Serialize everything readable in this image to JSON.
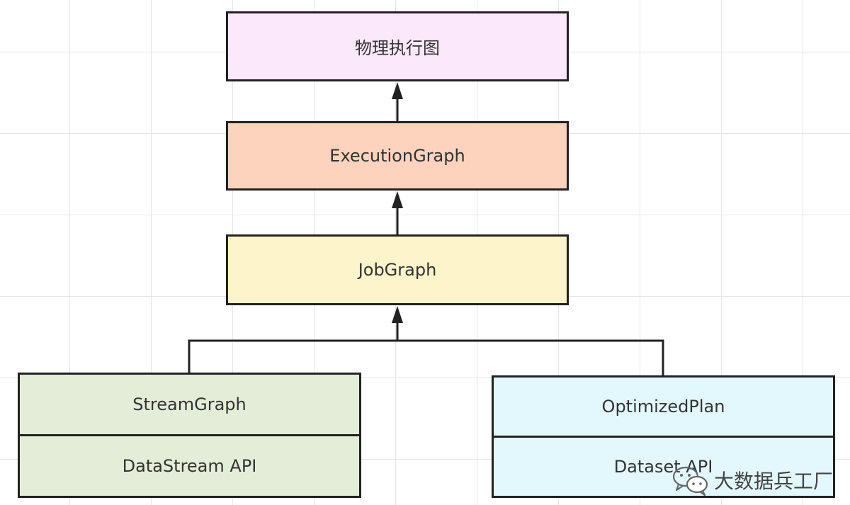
{
  "diagram": {
    "nodes": {
      "physical": {
        "label": "物理执行图",
        "color": "#fbe8fb"
      },
      "execution": {
        "label": "ExecutionGraph",
        "color": "#fdd3bd"
      },
      "job": {
        "label": "JobGraph",
        "color": "#fdf4cc"
      },
      "stream": {
        "title": "StreamGraph",
        "subtitle": "DataStream API",
        "color": "#e4edd8"
      },
      "optimized": {
        "title": "OptimizedPlan",
        "subtitle": "Dataset API",
        "color": "#e3f8fd"
      }
    },
    "edges": [
      {
        "from": "execution",
        "to": "physical"
      },
      {
        "from": "job",
        "to": "execution"
      },
      {
        "from": "stream",
        "to": "job"
      },
      {
        "from": "optimized",
        "to": "job"
      }
    ],
    "border_color": "#222222"
  },
  "watermark": {
    "text": "大数据兵工厂",
    "icon": "wechat-icon"
  }
}
